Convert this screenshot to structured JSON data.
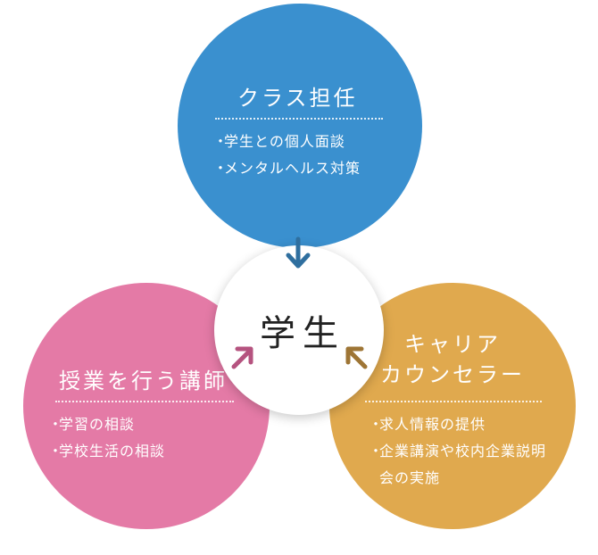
{
  "center": {
    "label": "学生"
  },
  "top": {
    "title": "クラス担任",
    "color": "#3a90cf",
    "items": [
      "学生との個人面談",
      "メンタルヘルス対策"
    ]
  },
  "left": {
    "title": "授業を行う講師",
    "color": "#e47aa6",
    "items": [
      "学習の相談",
      "学校生活の相談"
    ]
  },
  "right": {
    "title_line1": "キャリア",
    "title_line2": "カウンセラー",
    "color": "#e0a94e",
    "items": [
      "求人情報の提供",
      "企業講演や校内企業説明会の実施"
    ]
  },
  "bullet": "・",
  "icons": {
    "top_arrow": "arrow-down-icon",
    "left_arrow": "arrow-up-right-icon",
    "right_arrow": "arrow-up-left-icon"
  }
}
